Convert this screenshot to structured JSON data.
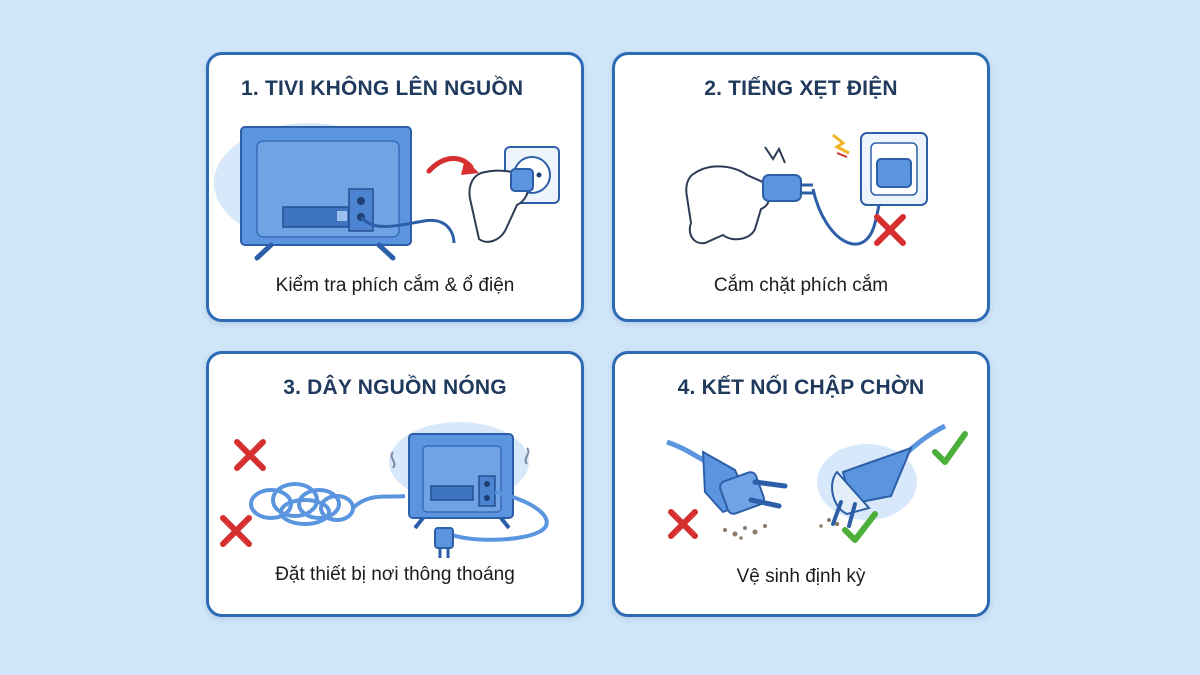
{
  "cards": [
    {
      "title": "1. TIVI KHÔNG LÊN NGUỒN",
      "caption": "Kiểm tra phích cắm & ổ điện"
    },
    {
      "title": "2. TIẾNG XẸT ĐIỆN",
      "caption": "Cắm chặt phích cắm"
    },
    {
      "title": "3. DÂY NGUỒN NÓNG",
      "caption": "Đặt thiết bị nơi thông thoáng"
    },
    {
      "title": "4. KẾT NỐI CHẬP CHỜN",
      "caption": "Vệ sinh định kỳ"
    }
  ],
  "colors": {
    "background": "#cfe5f8",
    "card_border": "#2e6bb5",
    "device_blue": "#5b95e0",
    "wrong_red": "#d62f2f",
    "ok_green": "#4caf3a",
    "spark_yellow": "#f0b323"
  },
  "icons": [
    "tv-icon",
    "power-outlet-icon",
    "hand-icon",
    "red-arrow-icon",
    "spark-icon",
    "cross-icon",
    "check-icon",
    "coiled-cable-icon",
    "power-plug-icon",
    "dust-icon"
  ]
}
